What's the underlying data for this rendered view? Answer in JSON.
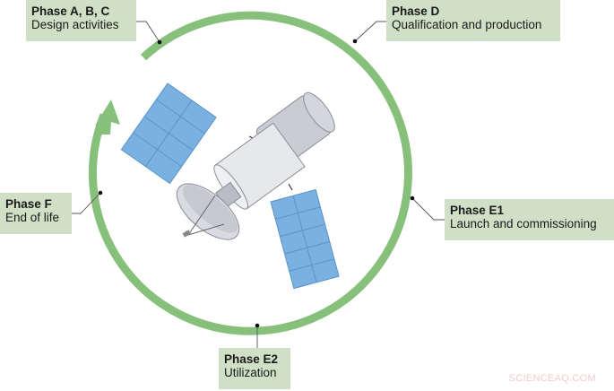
{
  "colors": {
    "ring": "#86c07a",
    "label_bg": "#cfe0c6",
    "panel": "#6fa8dc",
    "body": "#e4e6ea",
    "leader": "#555555"
  },
  "phases": [
    {
      "id": "abc",
      "phase": "Phase A, B, C",
      "description": "Design activities"
    },
    {
      "id": "d",
      "phase": "Phase D",
      "description": "Qualification and production"
    },
    {
      "id": "e1",
      "phase": "Phase E1",
      "description": "Launch and commissioning"
    },
    {
      "id": "e2",
      "phase": "Phase E2",
      "description": "Utilization"
    },
    {
      "id": "f",
      "phase": "Phase F",
      "description": "End of life"
    }
  ],
  "center_icon": "satellite-icon",
  "watermark": "SCIENCEAQ.COM"
}
